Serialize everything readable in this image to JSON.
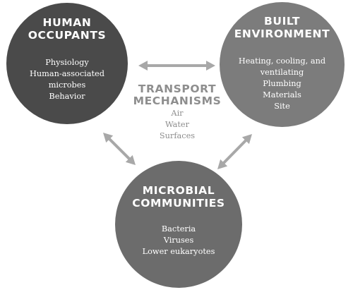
{
  "nodes": {
    "human": {
      "title": "HUMAN\nOCCUPANTS",
      "items": [
        "Physiology",
        "Human-associated microbes",
        "Behavior"
      ],
      "color": "#4a4a4a"
    },
    "built": {
      "title": "BUILT\nENVIRONMENT",
      "items": [
        "Heating, cooling, and ventilating",
        "Plumbing",
        "Materials",
        "Site"
      ],
      "color": "#7c7c7c"
    },
    "microbial": {
      "title": "MICROBIAL\nCOMMUNITIES",
      "items": [
        "Bacteria",
        "Viruses",
        "Lower eukaryotes"
      ],
      "color": "#6c6c6c"
    }
  },
  "transport": {
    "title": "TRANSPORT\nMECHANISMS",
    "items": [
      "Air",
      "Water",
      "Surfaces"
    ],
    "color": "#8e8e8e"
  },
  "arrows": [
    {
      "from": "human",
      "to": "built",
      "style": "double-headed"
    },
    {
      "from": "human",
      "to": "microbial",
      "style": "double-headed"
    },
    {
      "from": "built",
      "to": "microbial",
      "style": "double-headed"
    }
  ],
  "arrow_color": "#a8a8a8"
}
